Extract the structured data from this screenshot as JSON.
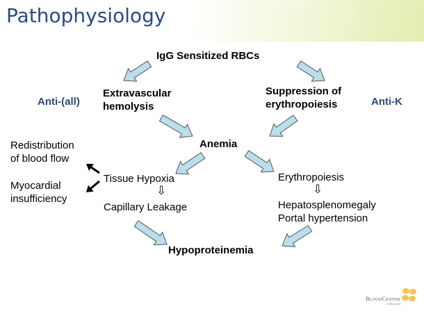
{
  "title": "Pathophysiology",
  "nodes": {
    "igg": "IgG Sensitized RBCs",
    "extravascular": [
      "Extravascular",
      "hemolysis"
    ],
    "suppression": [
      "Suppression of",
      "erythropoiesis"
    ],
    "anti_all": "Anti-(all)",
    "anti_k": "Anti-K",
    "anemia": "Anemia",
    "redistribution": [
      "Redistribution",
      "of blood flow"
    ],
    "myocardial": [
      "Myocardial",
      "insufficiency"
    ],
    "tissue_hypoxia": "Tissue Hypoxia",
    "capillary": "Capillary Leakage",
    "erythropoiesis": "Erythropoiesis",
    "hepato": [
      "Hepatosplenomegaly",
      "Portal hypertension"
    ],
    "hypoproteinemia": "Hypoproteinemia",
    "down_arrow": "⇩"
  },
  "logo": {
    "name": "BloodCenter",
    "sub": "of Wisconsin"
  },
  "colors": {
    "title": "#2b4a80",
    "arrow_fill": "#b9dfea",
    "arrow_stroke": "#555"
  }
}
